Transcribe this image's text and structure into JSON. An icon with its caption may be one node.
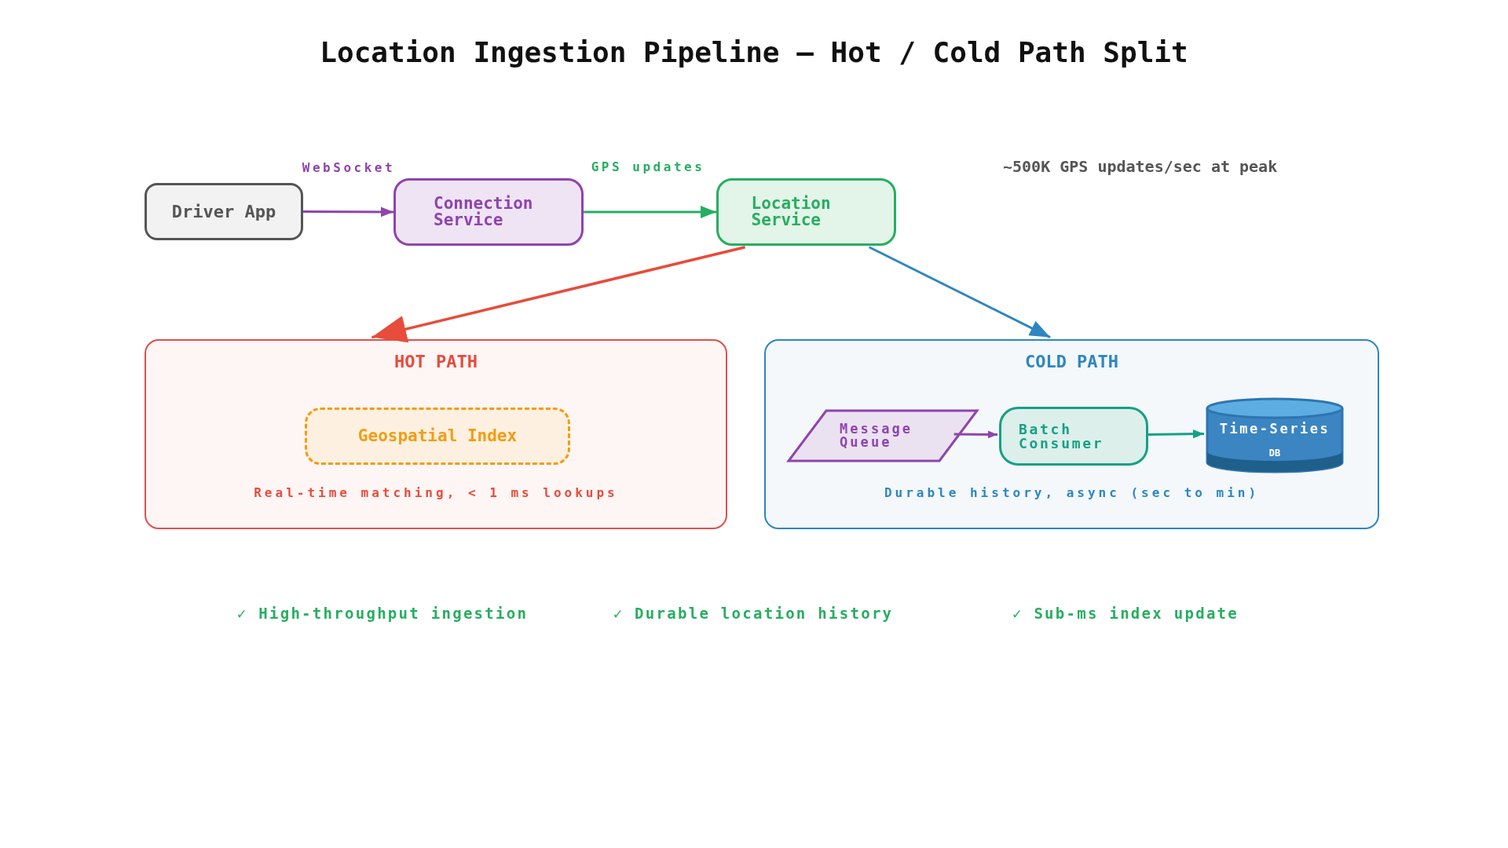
{
  "diagram": {
    "title": "Location Ingestion Pipeline — Hot / Cold Path Split",
    "nodes": [
      {
        "text": [
          "Driver App"
        ]
      },
      {
        "text": [
          "Connection Service"
        ]
      },
      {
        "text": [
          "Location Service"
        ]
      },
      {
        "text": [
          "HOT PATH",
          "Real-time matching, < 1 ms lookups"
        ]
      },
      {
        "text": [
          "Geospatial Index"
        ],
        "in": 3
      },
      {
        "text": [
          "COLD PATH",
          "Durable history, async (sec to min)"
        ]
      },
      {
        "text": [
          "Message Queue"
        ],
        "in": 5
      },
      {
        "text": [
          "Batch Consumer"
        ],
        "in": 5
      },
      {
        "text": [
          "Time-Series",
          "DB"
        ],
        "in": 5
      }
    ],
    "edges": [
      {
        "from": 0,
        "to": 1,
        "arrow": "to",
        "label": "WebSocket",
        "color": "#8e44ad"
      },
      {
        "from": 1,
        "to": 2,
        "arrow": "to",
        "label": "GPS updates",
        "color": "#27ae60"
      },
      {
        "from": 2,
        "to": 3,
        "arrow": "to",
        "color": "#e74c3c"
      },
      {
        "from": 2,
        "to": 5,
        "arrow": "to",
        "color": "#2e86c1"
      },
      {
        "from": 6,
        "to": 7,
        "arrow": "to",
        "color": "#8e44ad"
      },
      {
        "from": 7,
        "to": 8,
        "arrow": "to",
        "color": "#16a085"
      }
    ],
    "labels": [
      "~500K GPS updates/sec at peak",
      "✓ High-throughput ingestion",
      "✓ Durable location history",
      "✓ Sub-ms index update"
    ]
  }
}
